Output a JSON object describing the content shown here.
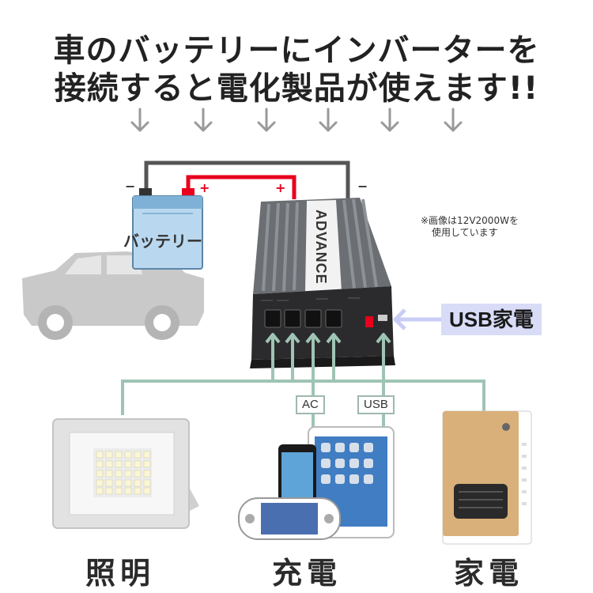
{
  "headline": {
    "line1": "車のバッテリーにインバーターを",
    "line2": "接続すると電化製品が使えます!!"
  },
  "inverter": {
    "brand": "ADVANCE"
  },
  "battery": {
    "label": "バッテリー",
    "minus": "−",
    "plus": "+"
  },
  "note": {
    "line1": "※画像は12V2000Wを",
    "line2": "使用しています"
  },
  "usb_callout": {
    "label": "USB家電"
  },
  "cable_tags": {
    "ac": "AC",
    "usb": "USB"
  },
  "categories": {
    "lighting": "照明",
    "charging": "充電",
    "appliance": "家電"
  },
  "colors": {
    "red": "#e8001c",
    "dark_cable": "#555555",
    "green_line": "#9fc4b4",
    "usb_arrow": "#c9cdf5"
  }
}
